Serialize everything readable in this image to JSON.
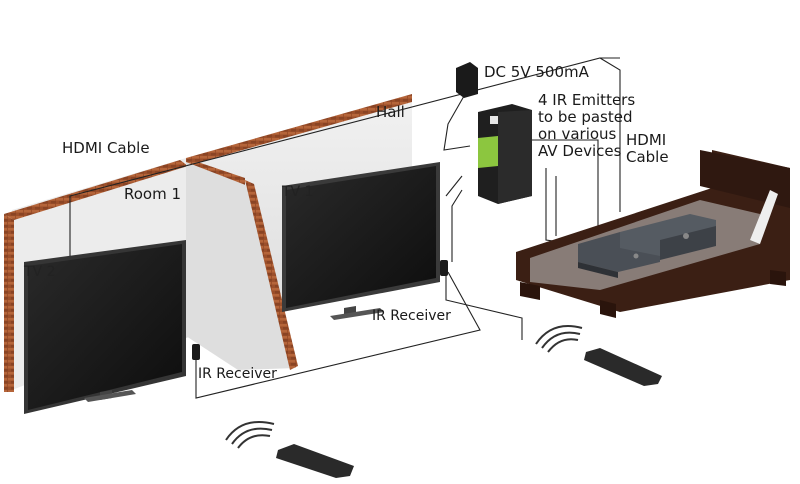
{
  "labels": {
    "hdmi_cable_left": "HDMI Cable",
    "room1": "Room 1",
    "hall": "Hall",
    "tv1": "TV 1",
    "tv2": "TV 2",
    "ir_receiver_1": "IR Receiver",
    "ir_receiver_2": "IR Receiver",
    "dc_power": "DC 5V 500mA",
    "ir_emitters": [
      "4 IR Emitters",
      "to be pasted",
      "on various",
      "AV Devices"
    ],
    "hdmi_cable_right": [
      "HDMI",
      "Cable"
    ]
  },
  "colors": {
    "brick": "#a0522d",
    "wall": "#e8e8e8",
    "tv_screen": "#1c1c1c",
    "furniture": "#3b1f14",
    "cable": "#222222"
  }
}
